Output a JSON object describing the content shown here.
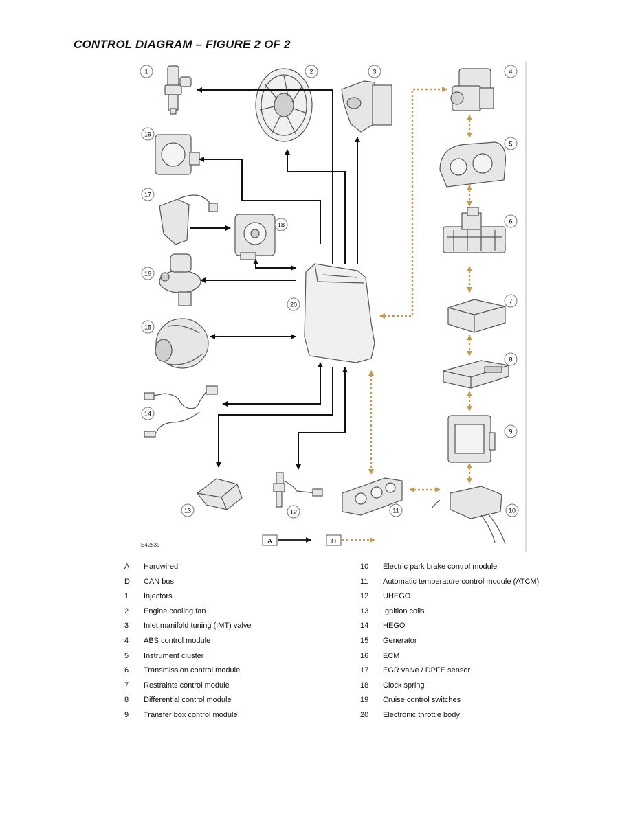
{
  "title": "CONTROL DIAGRAM – FIGURE 2 OF 2",
  "figure_ref": "E42839",
  "key_labels": {
    "hardwired": "A",
    "can_bus": "D"
  },
  "components": [
    {
      "num": "1"
    },
    {
      "num": "2"
    },
    {
      "num": "3"
    },
    {
      "num": "4"
    },
    {
      "num": "5"
    },
    {
      "num": "6"
    },
    {
      "num": "7"
    },
    {
      "num": "8"
    },
    {
      "num": "9"
    },
    {
      "num": "10"
    },
    {
      "num": "11"
    },
    {
      "num": "12"
    },
    {
      "num": "13"
    },
    {
      "num": "14"
    },
    {
      "num": "15"
    },
    {
      "num": "16"
    },
    {
      "num": "17"
    },
    {
      "num": "18"
    },
    {
      "num": "19"
    },
    {
      "num": "20"
    }
  ],
  "colors": {
    "hardwired": "#111111",
    "can_bus": "#c49a4a",
    "outline": "#555555"
  },
  "legend": {
    "left": [
      {
        "key": "A",
        "desc": "Hardwired"
      },
      {
        "key": "D",
        "desc": "CAN bus"
      },
      {
        "key": "1",
        "desc": "Injectors"
      },
      {
        "key": "2",
        "desc": "Engine cooling fan"
      },
      {
        "key": "3",
        "desc": "Inlet manifold tuning (IMT) valve"
      },
      {
        "key": "4",
        "desc": "ABS control module"
      },
      {
        "key": "5",
        "desc": "Instrument cluster"
      },
      {
        "key": "6",
        "desc": "Transmission control module"
      },
      {
        "key": "7",
        "desc": "Restraints control module"
      },
      {
        "key": "8",
        "desc": "Differential control module"
      },
      {
        "key": "9",
        "desc": "Transfer box control module"
      }
    ],
    "right": [
      {
        "key": "10",
        "desc": "Electric park brake control module"
      },
      {
        "key": "11",
        "desc": "Automatic temperature control module (ATCM)"
      },
      {
        "key": "12",
        "desc": "UHEGO"
      },
      {
        "key": "13",
        "desc": "Ignition coils"
      },
      {
        "key": "14",
        "desc": "HEGO"
      },
      {
        "key": "15",
        "desc": "Generator"
      },
      {
        "key": "16",
        "desc": "ECM"
      },
      {
        "key": "17",
        "desc": "EGR valve / DPFE sensor"
      },
      {
        "key": "18",
        "desc": "Clock spring"
      },
      {
        "key": "19",
        "desc": "Cruise control switches"
      },
      {
        "key": "20",
        "desc": "Electronic throttle body"
      }
    ]
  }
}
